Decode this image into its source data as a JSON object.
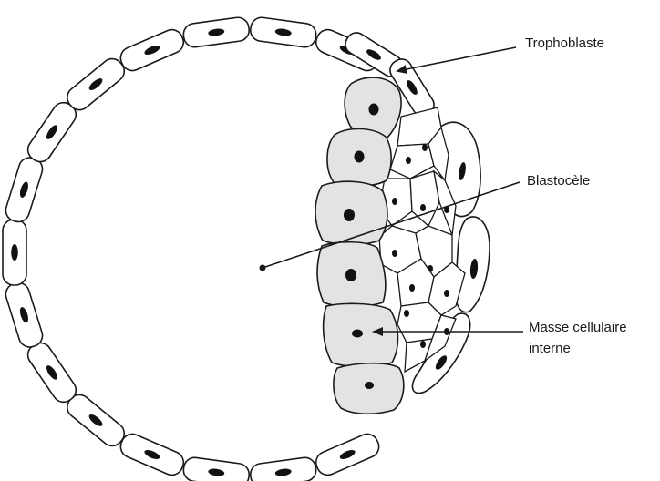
{
  "labels": {
    "trophoblast": "Trophoblaste",
    "blastocoel": "Blastocèle",
    "inner_mass_line1": "Masse cellulaire",
    "inner_mass_line2": "interne"
  },
  "colors": {
    "outline": "#1a1a1a",
    "inner_cell_mass_fill": "#e3e3e3",
    "background": "#ffffff"
  }
}
